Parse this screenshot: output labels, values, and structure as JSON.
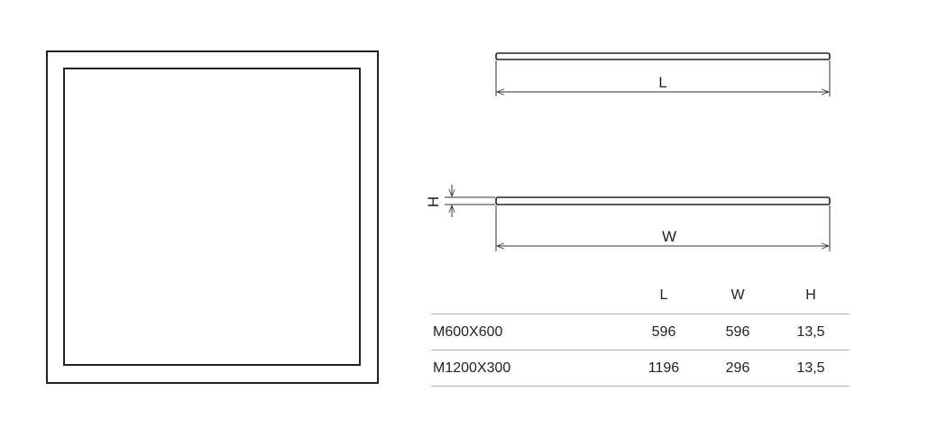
{
  "labels": {
    "length": "L",
    "width": "W",
    "height": "H"
  },
  "table": {
    "headers": [
      "L",
      "W",
      "H"
    ],
    "rows": [
      {
        "model": "M600X600",
        "l": "596",
        "w": "596",
        "h": "13,5"
      },
      {
        "model": "M1200X300",
        "l": "1196",
        "w": "296",
        "h": "13,5"
      }
    ]
  }
}
